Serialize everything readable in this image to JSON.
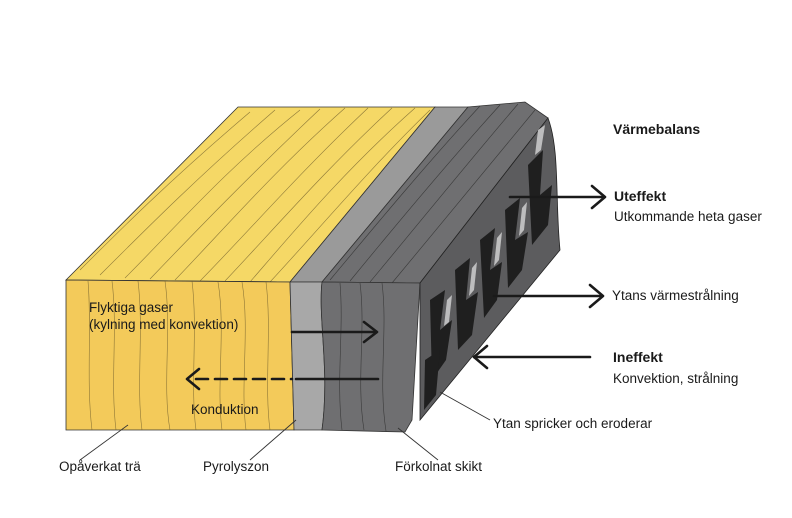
{
  "heat_balance": {
    "title": "Värmebalans",
    "output_heading": "Uteffekt",
    "output_detail": "Utkommande heta gaser",
    "surface_radiation": "Ytans värmestrålning",
    "input_heading": "Ineffekt",
    "input_detail": "Konvektion, strålning"
  },
  "inner_labels": {
    "volatile_gases": "Flyktiga gaser\n(kylning med konvektion)",
    "conduction": "Konduktion"
  },
  "layers": {
    "unaffected_wood": "Opåverkat trä",
    "pyrolysis_zone": "Pyrolyszon",
    "char_layer": "Förkolnat skikt",
    "surface_cracks": "Ytan spricker och eroderar"
  },
  "colors": {
    "wood": "#f3ca5a",
    "wood_top": "#f5d866",
    "pyrolysis": "#9a9a9a",
    "char": "#6f6f71",
    "char_dark": "#2a2a2a",
    "arrow": "#1a1a1a"
  }
}
